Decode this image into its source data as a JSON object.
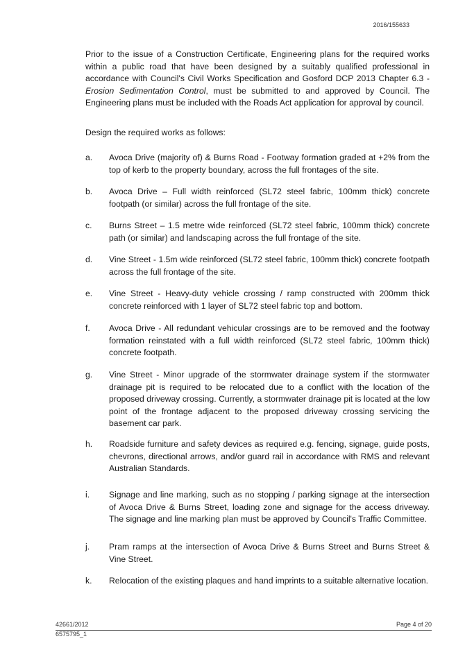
{
  "header": {
    "ref": "2016/155633"
  },
  "intro": {
    "part1": "Prior to the issue of a Construction Certificate, Engineering plans for the required works within a public road that have been designed by a suitably qualified professional in accordance with Council's Civil Works Specification and Gosford DCP 2013 Chapter 6.3 - ",
    "italic": "Erosion Sedimentation Control",
    "part2": ", must be submitted to and approved by Council. The Engineering plans must be included with the Roads Act application for approval by council."
  },
  "design_heading": "Design the required works as follows:",
  "items": [
    {
      "marker": "a.",
      "text": "Avoca Drive (majority of) & Burns Road - Footway formation graded at +2% from the top of kerb to the property boundary, across the full frontages of the site."
    },
    {
      "marker": "b.",
      "text": "Avoca Drive – Full width reinforced (SL72 steel fabric, 100mm thick) concrete footpath (or similar) across the full frontage of the site."
    },
    {
      "marker": "c.",
      "text": "Burns Street – 1.5 metre wide reinforced (SL72 steel fabric, 100mm thick) concrete path (or similar) and landscaping across the full frontage of the site."
    },
    {
      "marker": "d.",
      "text": "Vine Street - 1.5m wide reinforced (SL72 steel fabric, 100mm thick) concrete footpath across the full frontage of the site."
    },
    {
      "marker": "e.",
      "text": "Vine Street - Heavy-duty vehicle crossing / ramp constructed with 200mm thick concrete reinforced with 1 layer of SL72 steel fabric top and bottom."
    },
    {
      "marker": "f.",
      "text": "Avoca Drive - All redundant vehicular crossings are to be removed and the footway formation reinstated with a full width reinforced (SL72 steel fabric, 100mm thick) concrete footpath."
    },
    {
      "marker": "g.",
      "text": "Vine Street - Minor upgrade of the stormwater drainage system if the stormwater drainage pit is required to be relocated due to a conflict with the location of the proposed driveway crossing. Currently, a stormwater drainage pit is located at the low point of the frontage adjacent to the proposed driveway crossing servicing the basement car park."
    },
    {
      "marker": "h.",
      "text": "Roadside furniture and safety devices as required e.g. fencing, signage, guide posts, chevrons, directional arrows, and/or guard rail in accordance with RMS and relevant Australian Standards."
    },
    {
      "marker": "i.",
      "text": "Signage and line marking, such as no stopping / parking signage at the intersection of Avoca Drive & Burns Street, loading zone and signage for the access driveway. The signage and line marking plan must be approved by Council's Traffic Committee."
    },
    {
      "marker": "j.",
      "text": "Pram ramps at the intersection of Avoca Drive & Burns Street and Burns Street & Vine Street."
    },
    {
      "marker": "k.",
      "text": "Relocation of the existing plaques and hand imprints to a suitable alternative location."
    }
  ],
  "footer": {
    "file_no": "42661/2012",
    "doc_no": "6575795_1",
    "page": "Page 4 of 20"
  }
}
